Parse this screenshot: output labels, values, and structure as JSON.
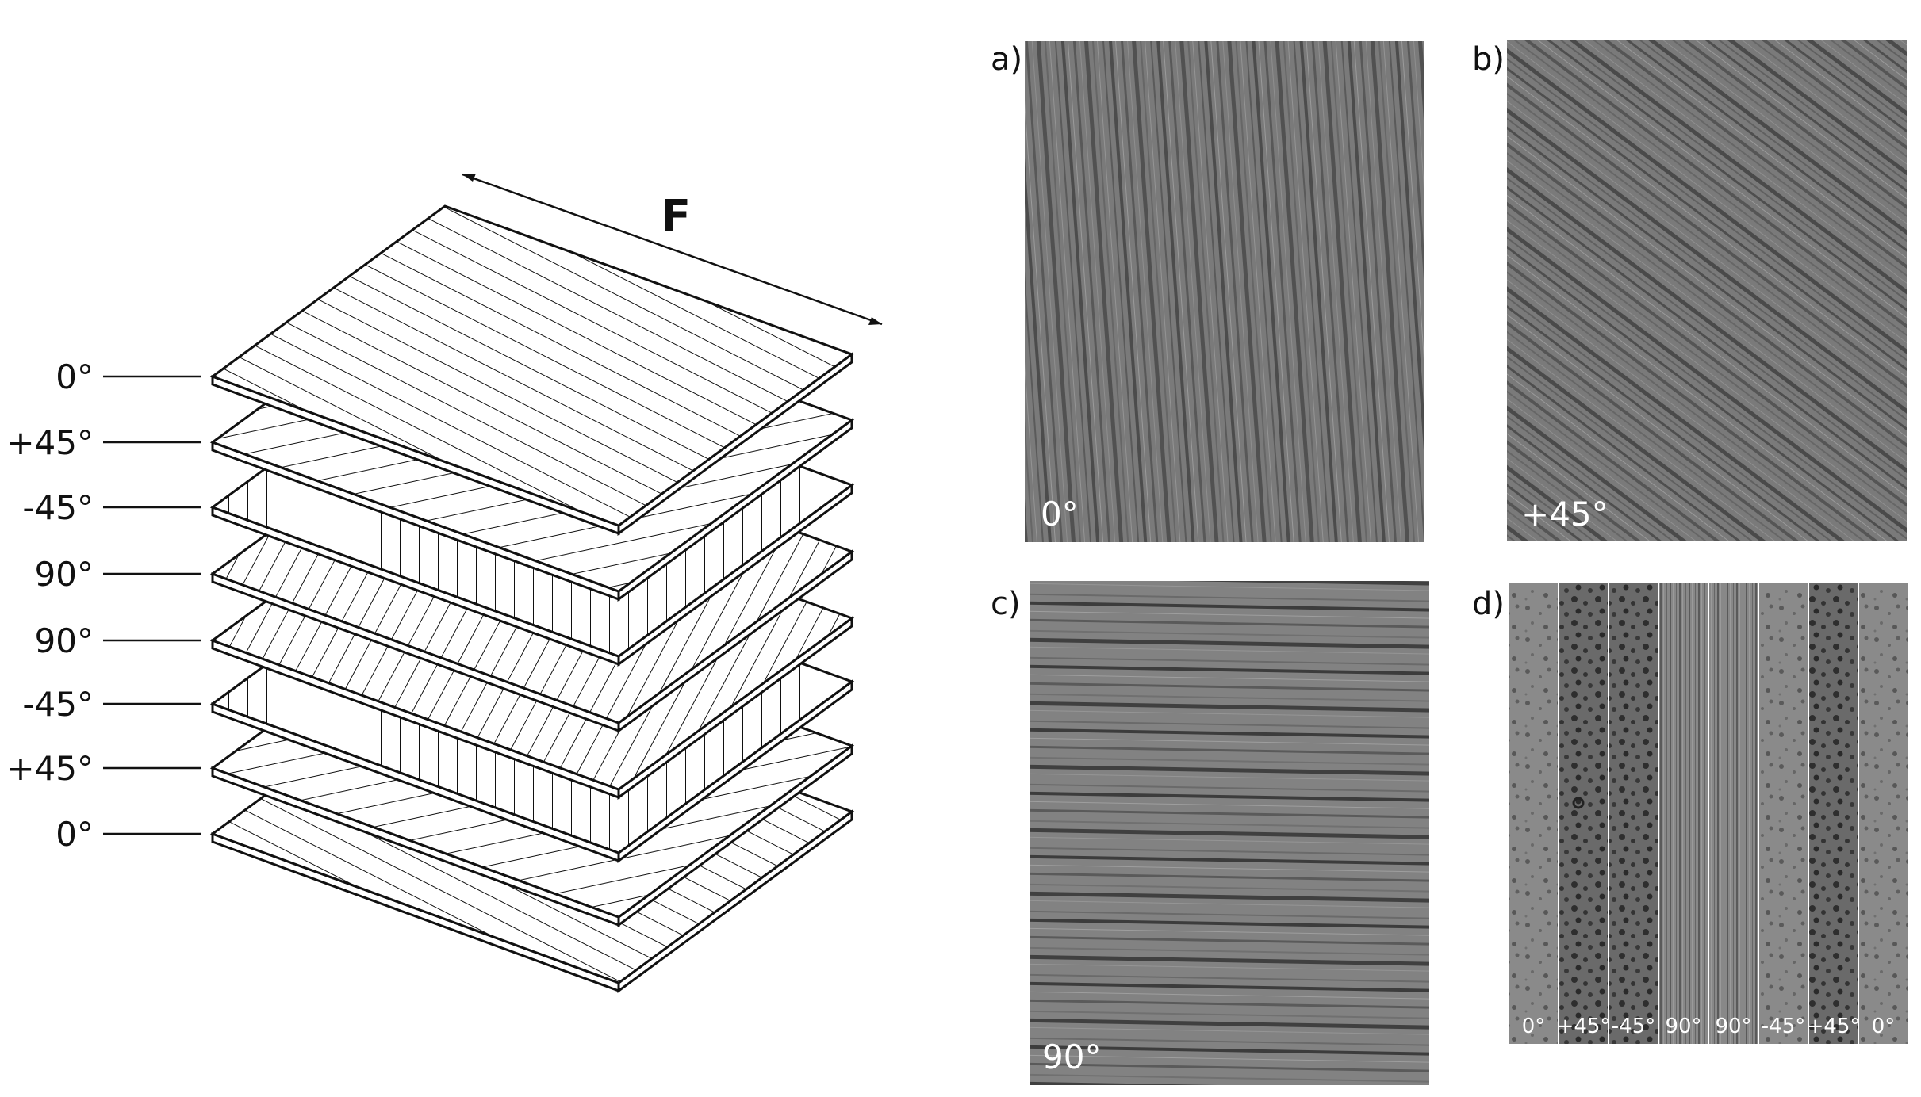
{
  "force_label": "F",
  "layer_labels": [
    "0°",
    "+45°",
    "-45°",
    "90°",
    "90°",
    "-45°",
    "+45°",
    "0°"
  ],
  "panels": [
    {
      "letter": "a)",
      "orientation": "0°"
    },
    {
      "letter": "b)",
      "orientation": "+45°"
    },
    {
      "letter": "c)",
      "orientation": "90°"
    },
    {
      "letter": "d)"
    }
  ],
  "cross_section_labels": [
    "0°",
    "+45°",
    "-45°",
    "90°",
    "90°",
    "-45°",
    "+45°",
    "0°"
  ]
}
